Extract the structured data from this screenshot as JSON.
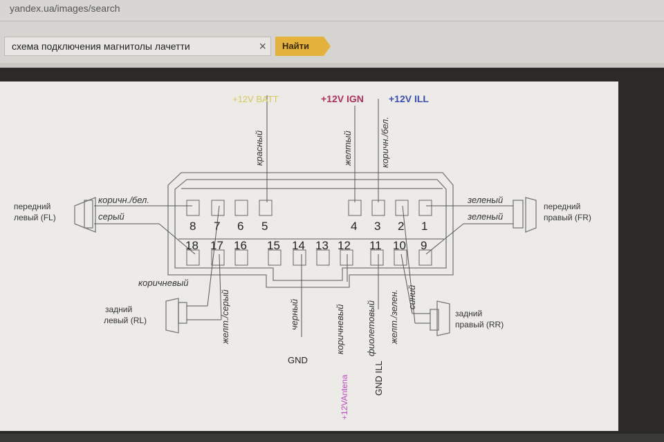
{
  "browser": {
    "url": "yandex.ua/images/search"
  },
  "search": {
    "query": "схема подключения магнитолы лачетти",
    "clear_icon": "×",
    "button_label": "Найти"
  },
  "diagram": {
    "power_labels": {
      "batt": "+12V BATT",
      "ign": "+12V IGN",
      "ill": "+12V ILL"
    },
    "colors": {
      "batt": "#d8c85a",
      "ign": "#b0305a",
      "ill": "#3b4fb0",
      "antena": "#c24ac8"
    },
    "pins_top": [
      "8",
      "7",
      "6",
      "5",
      "4",
      "3",
      "2",
      "1"
    ],
    "pins_bottom": [
      "18",
      "17",
      "16",
      "15",
      "14",
      "13",
      "12",
      "11",
      "10",
      "9"
    ],
    "wires": {
      "krasny": "красный",
      "zhelty": "желтый",
      "korich_bel_top": "коричн./бел.",
      "korich_bel_left": "коричн./бел.",
      "sery": "серый",
      "zeleny1": "зеленый",
      "zeleny2": "зеленый",
      "korichnevy_left": "коричневый",
      "zhelt_sery": "желт./серый",
      "cherny": "черный",
      "korichnevy_12": "коричневый",
      "fioletovy": "фиолетовый",
      "zhelt_zelen": "желт./зелен.",
      "siniy": "синий"
    },
    "speakers": {
      "fl_1": "передний",
      "fl_2": "левый (FL)",
      "fr_1": "передний",
      "fr_2": "правый (FR)",
      "rl_1": "задний",
      "rl_2": "левый (RL)",
      "rr_1": "задний",
      "rr_2": "правый (RR)"
    },
    "bottom_labels": {
      "gnd": "GND",
      "antena": "+12VAntena",
      "gnd_ill": "GND ILL"
    }
  }
}
